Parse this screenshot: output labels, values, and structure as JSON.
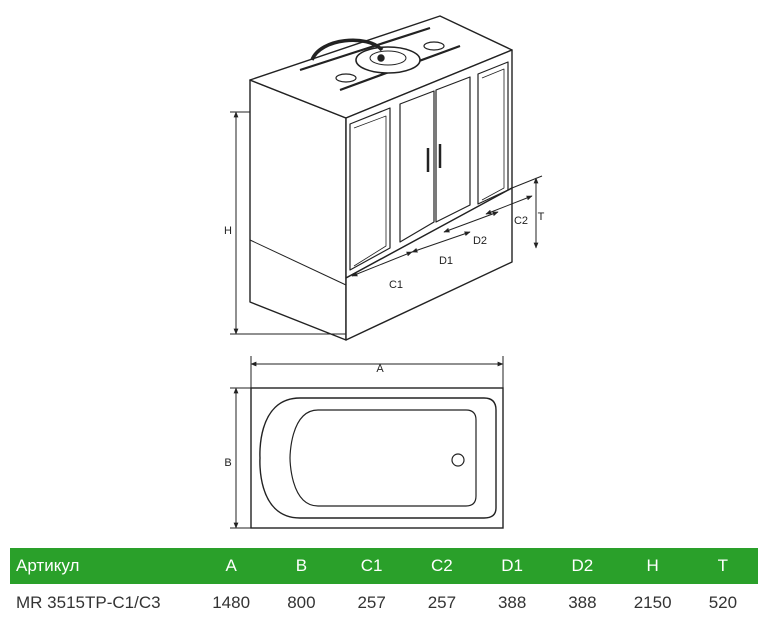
{
  "labels": {
    "H": "H",
    "T": "T",
    "C1": "C1",
    "C2": "C2",
    "D1": "D1",
    "D2": "D2",
    "A": "A",
    "B": "B"
  },
  "colors": {
    "header_bg": "#2aa02a",
    "header_text": "#ffffff",
    "line": "#222222"
  },
  "table": {
    "headers": [
      "Артикул",
      "A",
      "B",
      "C1",
      "C2",
      "D1",
      "D2",
      "H",
      "T"
    ],
    "row": [
      "MR 3515TP-C1/C3",
      "1480",
      "800",
      "257",
      "257",
      "388",
      "388",
      "2150",
      "520"
    ]
  }
}
